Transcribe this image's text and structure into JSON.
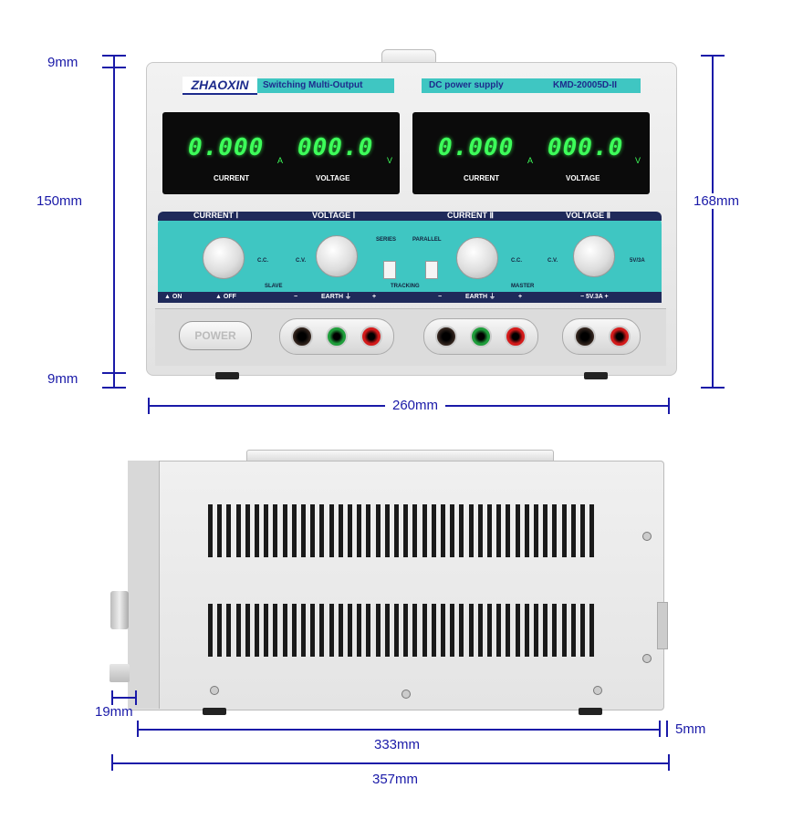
{
  "dimensions": {
    "front_top_gap": "9mm",
    "front_height": "150mm",
    "front_bottom_gap": "9mm",
    "front_total_height": "168mm",
    "front_width": "260mm",
    "side_front_depth": "19mm",
    "side_body_depth": "333mm",
    "side_rear_gap": "5mm",
    "side_total_depth": "357mm"
  },
  "brand": {
    "logo": "ZHAOXIN",
    "tagline": "Switching Multi-Output",
    "product_type": "DC power supply",
    "model": "KMD-20005D-II"
  },
  "displays": {
    "left": {
      "current": "0.000",
      "current_unit": "A",
      "voltage": "000.0",
      "voltage_unit": "V",
      "current_label": "CURRENT",
      "voltage_label": "VOLTAGE"
    },
    "right": {
      "current": "0.000",
      "current_unit": "A",
      "voltage": "000.0",
      "voltage_unit": "V",
      "current_label": "CURRENT",
      "voltage_label": "VOLTAGE"
    }
  },
  "panel": {
    "current_1": "CURRENT Ⅰ",
    "voltage_1": "VOLTAGE Ⅰ",
    "current_2": "CURRENT Ⅱ",
    "voltage_2": "VOLTAGE Ⅱ",
    "cc": "C.C.",
    "cv": "C.V.",
    "series": "SERIES",
    "parallel": "PARALLEL",
    "fivev3a": "5V/3A",
    "slave": "SLAVE",
    "tracking": "TRACKING",
    "master": "MASTER"
  },
  "bottom_strip": {
    "on": "▲ ON",
    "off": "▲ OFF",
    "minus1": "−",
    "earth1": "EARTH ⏚",
    "plus1": "+",
    "minus2": "−",
    "earth2": "EARTH ⏚",
    "plus2": "+",
    "five": "−  5V.3A  +"
  },
  "power_button": "POWER"
}
